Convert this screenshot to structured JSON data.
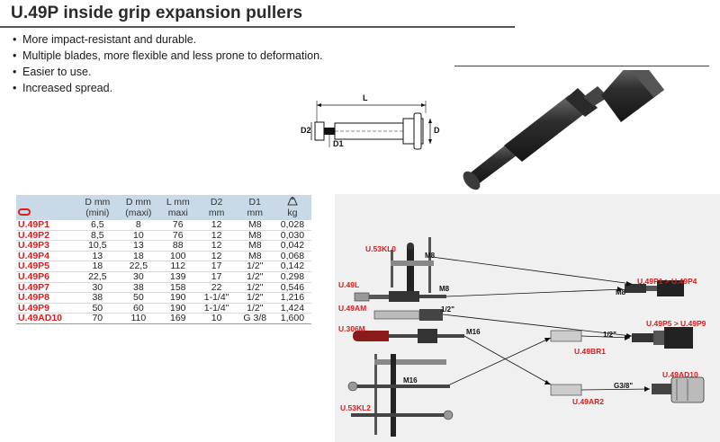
{
  "title": "U.49P inside grip expansion pullers",
  "features": [
    "More impact-resistant and durable.",
    "Multiple blades, more flexible and less prone to deformation.",
    "Easier to use.",
    "Increased spread."
  ],
  "drawing": {
    "L": "L",
    "D": "D",
    "D1": "D1",
    "D2": "D2"
  },
  "table": {
    "headers": [
      {
        "line1": "",
        "line2": ""
      },
      {
        "line1": "D mm",
        "line2": "(mini)"
      },
      {
        "line1": "D mm",
        "line2": "(maxi)"
      },
      {
        "line1": "L mm",
        "line2": "maxi"
      },
      {
        "line1": "D2",
        "line2": "mm"
      },
      {
        "line1": "D1",
        "line2": "mm"
      },
      {
        "line1": "",
        "line2": "kg"
      }
    ],
    "rows": [
      [
        "U.49P1",
        "6,5",
        "8",
        "76",
        "12",
        "M8",
        "0,028"
      ],
      [
        "U.49P2",
        "8,5",
        "10",
        "76",
        "12",
        "M8",
        "0,030"
      ],
      [
        "U.49P3",
        "10,5",
        "13",
        "88",
        "12",
        "M8",
        "0,042"
      ],
      [
        "U.49P4",
        "13",
        "18",
        "100",
        "12",
        "M8",
        "0,068"
      ],
      [
        "U.49P5",
        "18",
        "22,5",
        "112",
        "17",
        "1/2\"",
        "0,142"
      ],
      [
        "U.49P6",
        "22,5",
        "30",
        "139",
        "17",
        "1/2\"",
        "0,298"
      ],
      [
        "U.49P7",
        "30",
        "38",
        "158",
        "22",
        "1/2\"",
        "0,546"
      ],
      [
        "U.49P8",
        "38",
        "50",
        "190",
        "1-1/4\"",
        "1/2\"",
        "1,216"
      ],
      [
        "U.49P9",
        "50",
        "60",
        "190",
        "1-1/4\"",
        "1/2\"",
        "1,424"
      ],
      [
        "U.49AD10",
        "70",
        "110",
        "169",
        "10",
        "G 3/8",
        "1,600"
      ]
    ]
  },
  "kit": {
    "labels": {
      "u53kl0": "U.53KL0",
      "u49l": "U.49L",
      "u49am": "U.49AM",
      "u306m": "U.306M",
      "u53kl2": "U.53KL2",
      "u49br1": "U.49BR1",
      "u49ar2": "U.49AR2",
      "u49p1_p4": "U.49P1 > U.49P4",
      "u49p5_p9": "U.49P5 > U.49P9",
      "u49ad10": "U.49AD10"
    },
    "dims": {
      "m8_a": "M8",
      "m8_b": "M8",
      "m8_c": "M8",
      "half_a": "1/2\"",
      "half_b": "1/2\"",
      "m16_a": "M16",
      "m16_b": "M16",
      "g38": "G3/8\""
    }
  },
  "colors": {
    "brand_red": "#d42020",
    "header_blue": "#c9d9e7"
  }
}
